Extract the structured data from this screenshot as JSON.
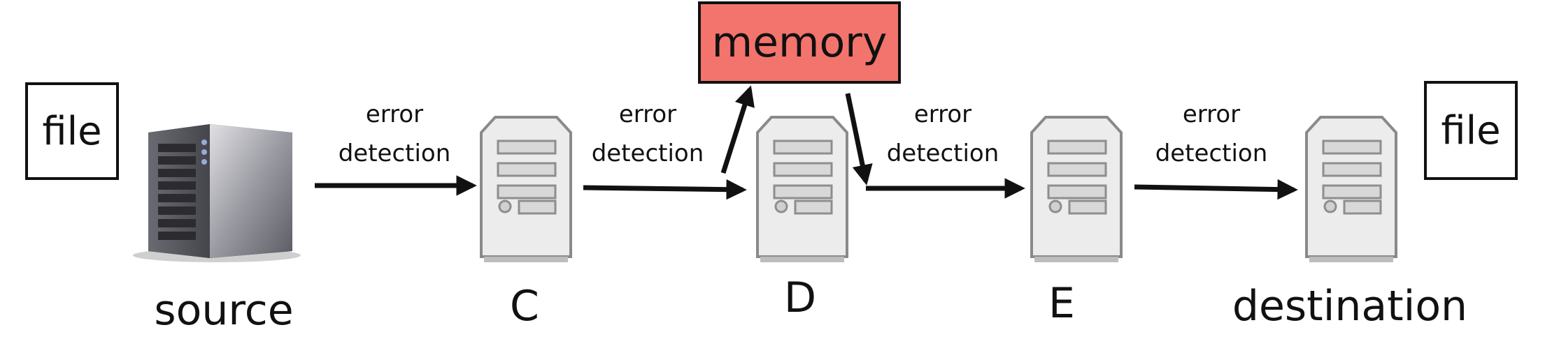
{
  "file_left": "file",
  "file_right": "file",
  "memory": "memory",
  "edges": [
    {
      "line1": "error",
      "line2": "detection"
    },
    {
      "line1": "error",
      "line2": "detection"
    },
    {
      "line1": "error",
      "line2": "detection"
    },
    {
      "line1": "error",
      "line2": "detection"
    }
  ],
  "nodes": {
    "source": "source",
    "c": "C",
    "d": "D",
    "e": "E",
    "destination": "destination"
  },
  "colors": {
    "memory_fill": "#f3746c",
    "stroke": "#111111",
    "server_light": "#e9e9e9",
    "server_dark": "#5a5a60"
  }
}
